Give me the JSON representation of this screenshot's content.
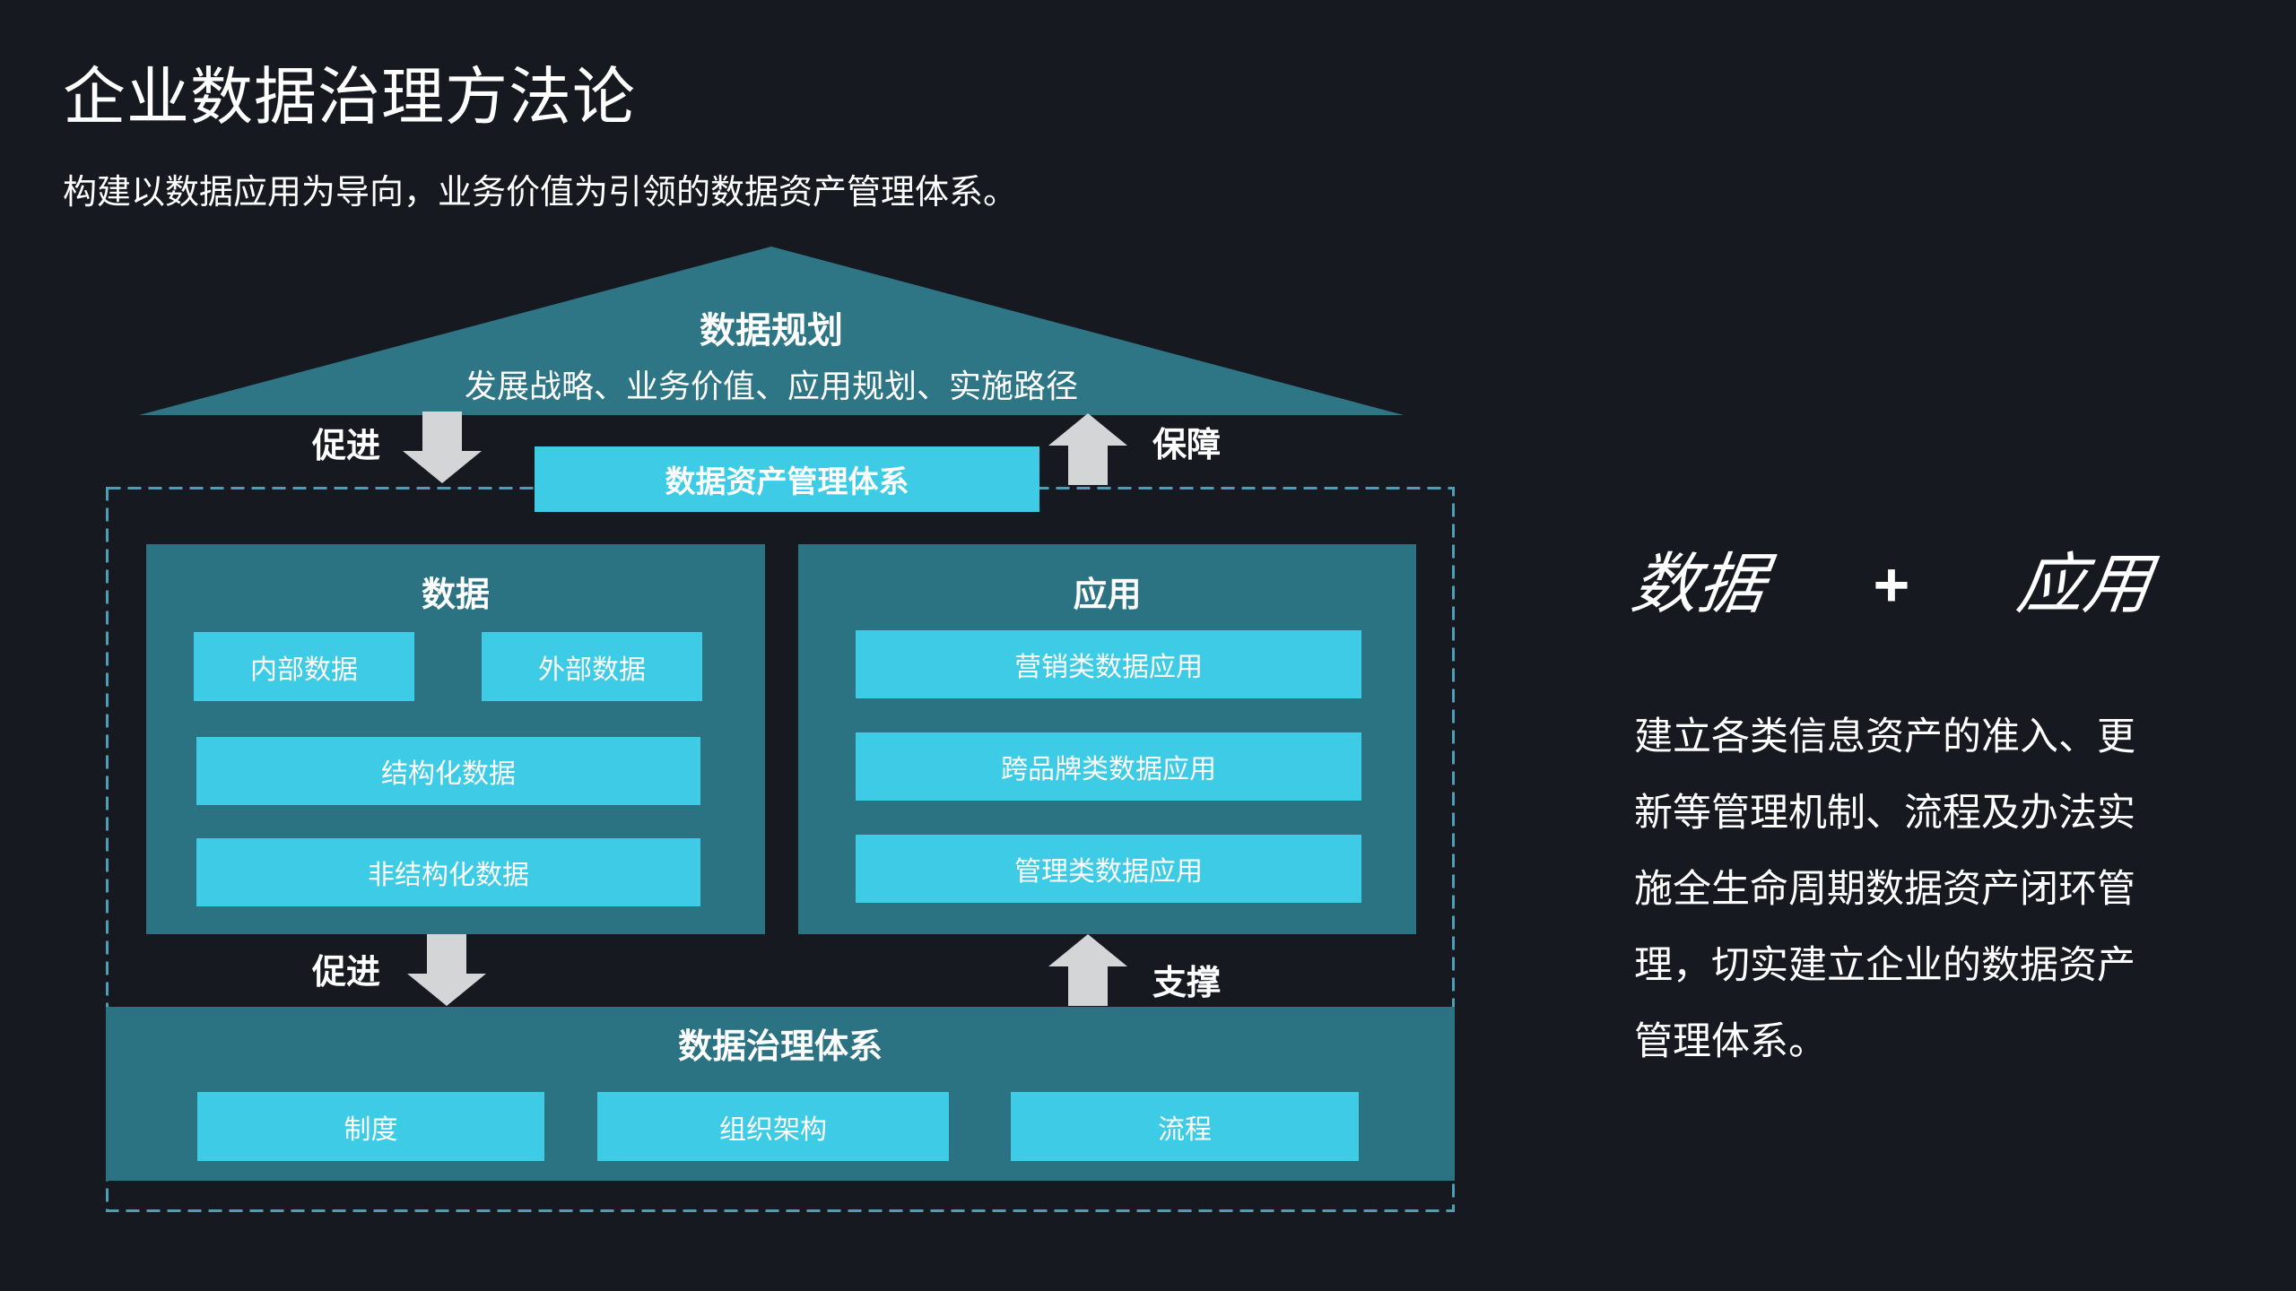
{
  "page": {
    "title": "企业数据治理方法论",
    "subtitle": "构建以数据应用为导向，业务价值为引领的数据资产管理体系。"
  },
  "roof": {
    "title": "数据规划",
    "subtitle": "发展战略、业务价值、应用规划、实施路径"
  },
  "arrows": {
    "top_left_label": "促进",
    "top_right_label": "保障",
    "bottom_left_label": "促进",
    "bottom_right_label": "支撑"
  },
  "banner": {
    "label": "数据资产管理体系"
  },
  "data_box": {
    "title": "数据",
    "items": [
      "内部数据",
      "外部数据",
      "结构化数据",
      "非结构化数据"
    ]
  },
  "app_box": {
    "title": "应用",
    "items": [
      "营销类数据应用",
      "跨品牌类数据应用",
      "管理类数据应用"
    ]
  },
  "governance_box": {
    "title": "数据治理体系",
    "items": [
      "制度",
      "组织架构",
      "流程"
    ]
  },
  "right_panel": {
    "slogan": {
      "left": "数据",
      "plus": "+",
      "right": "应用"
    },
    "description_lines": [
      "建立各类信息资产的准入、更",
      "新等管理机制、流程及办法实",
      "施全生命周期数据资产闭环管",
      "理，切实建立企业的数据资产",
      "管理体系。"
    ]
  },
  "colors": {
    "bg": "#161A20",
    "roof_teal": "#2E7686",
    "panel_teal": "#2B7383",
    "cyan": "#3ECBE5",
    "dashed_border": "#4C9FB4",
    "arrow_gray": "#D4D5D7",
    "text_white": "#FFFFFF"
  }
}
